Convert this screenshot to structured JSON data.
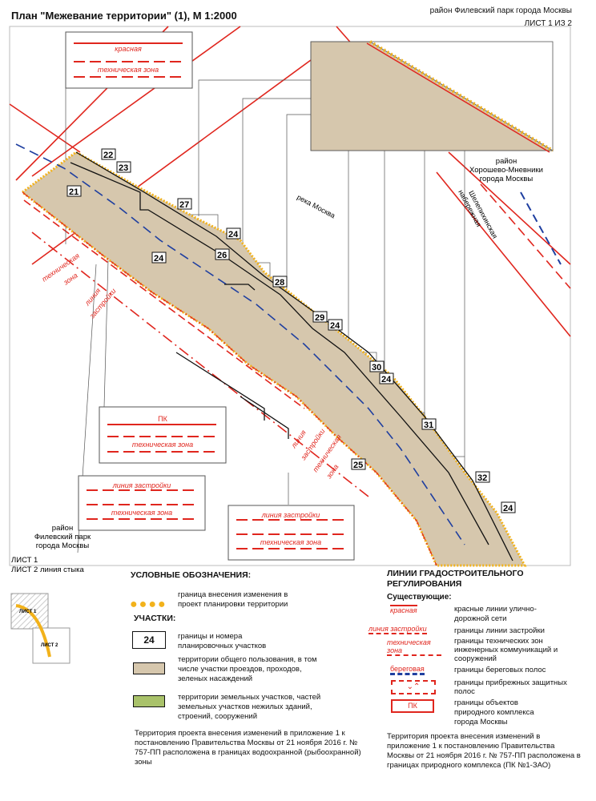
{
  "header": {
    "title": "План \"Межевание территории\" (1), М 1:2000",
    "district": "район Филевский парк города Москвы",
    "sheet": "ЛИСТ 1 ИЗ 2"
  },
  "map": {
    "parcels": [
      "22",
      "23",
      "21",
      "27",
      "24",
      "26",
      "24",
      "28",
      "29",
      "24",
      "30",
      "24",
      "31",
      "25",
      "32",
      "24"
    ],
    "river": "река Москва",
    "district_ne": [
      "район",
      "Хорошево-Мневники",
      "города Москвы"
    ],
    "street": [
      "Шелепихинская",
      "набережная"
    ],
    "district_sw": [
      "район",
      "Филевский парк",
      "города Москвы"
    ],
    "sheet1": "ЛИСТ 1",
    "sheet2": "ЛИСТ 2 линия стыка",
    "red_labels": {
      "tech_zone": "техническая",
      "zone": "зона",
      "building_line": "линия",
      "building_line2": "застройки"
    },
    "callouts": [
      {
        "top": "красная",
        "bottom": "техническая зона"
      },
      {
        "top": "ПК",
        "bottom": "техническая зона"
      },
      {
        "top": "линия застройки",
        "bottom": "техническая зона"
      },
      {
        "top": "линия застройки",
        "bottom": "техническая зона"
      }
    ],
    "colors": {
      "red": "#e0261e",
      "blue": "#1f3fa0",
      "tan": "#d6c7ad",
      "yellow": "#f2b21b",
      "green": "#a9c26a"
    }
  },
  "index": {
    "sheet1": "ЛИСТ 1",
    "sheet2": "ЛИСТ 2"
  },
  "legend": {
    "title": "УСЛОВНЫЕ ОБОЗНАЧЕНИЯ:",
    "boundary": "граница внесения изменения в проект планировки территории",
    "parcels_title": "УЧАСТКИ:",
    "sample_number": "24",
    "parcel_bounds": "границы и номера планировочных участков",
    "public": "территории общего пользования, в том числе участки проездов, проходов, зеленых насаждений",
    "land": "территории земельных участков, частей земельных участков нежилых зданий, строений, сооружений",
    "note": "Территория проекта внесения изменений в приложение 1 к постановлению Правительства Москвы от 21 ноября 2016 г. № 757-ПП расположена в границах водоохранной (рыбоохранной) зоны"
  },
  "lines_legend": {
    "title": "ЛИНИИ ГРАДОСТРОИТЕЛЬНОГО РЕГУЛИРОВАНИЯ",
    "subtitle": "Существующие:",
    "items": [
      {
        "symbol": "красная",
        "text": "красные линии улично-дорожной сети"
      },
      {
        "symbol": "линия застройки",
        "text": "границы линии застройки"
      },
      {
        "symbol": "техническая зона",
        "text": "границы технических зон инженерных коммуникаций и сооружений"
      },
      {
        "symbol": "береговая",
        "text": "границы береговых полос"
      },
      {
        "symbol": "",
        "text": "границы прибрежных защитных полос"
      },
      {
        "symbol": "ПК",
        "text": "границы объектов природного комплекса города Москвы"
      }
    ],
    "note": "Территория проекта внесения изменений в приложение 1 к постановлению Правительства Москвы от 21 ноября 2016 г. № 757-ПП расположена в границах природного комплекса (ПК №1-ЗАО)"
  }
}
